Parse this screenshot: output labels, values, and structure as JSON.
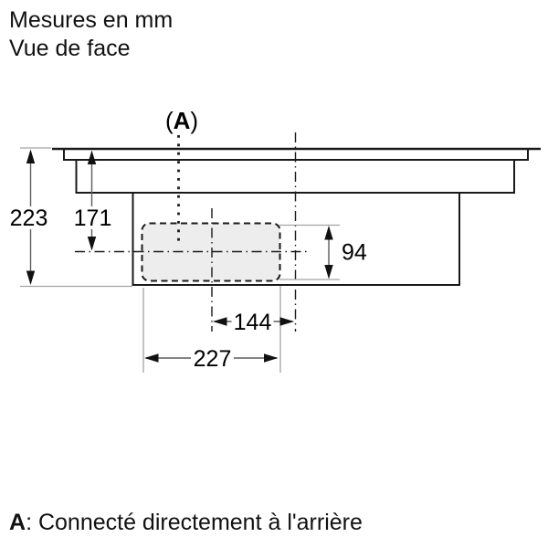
{
  "header": {
    "line1": "Mesures en mm",
    "line2": "Vue de face"
  },
  "marker_a": {
    "open": "(",
    "letter": "A",
    "close": ")"
  },
  "dimensions": {
    "total_height_mm": "223",
    "top_to_duct_axis_mm": "171",
    "duct_height_mm": "94",
    "duct_axis_to_center_mm": "144",
    "duct_width_mm": "227"
  },
  "footnote": {
    "label": "A",
    "text": ": Connecté directement à l'arrière"
  },
  "colors": {
    "line": "#1a1a1a",
    "extension_line": "#a3a3a3",
    "duct_fill": "#ededed",
    "background": "#ffffff"
  }
}
